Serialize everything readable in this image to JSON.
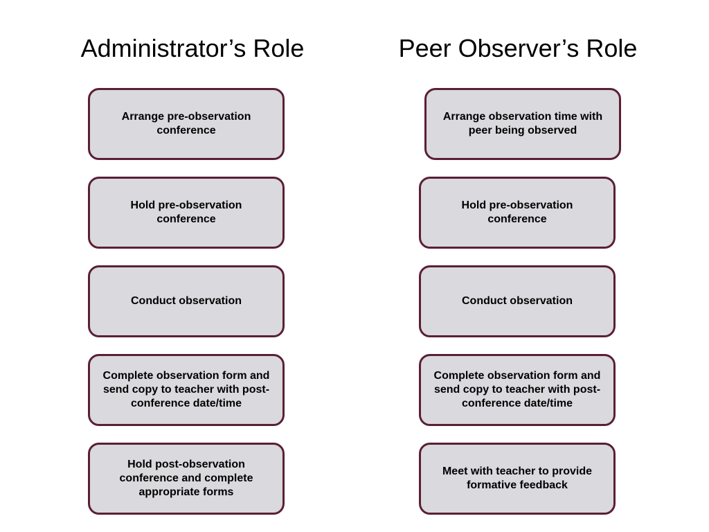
{
  "columns": [
    {
      "title": "Administrator’s Role",
      "steps": [
        "Arrange pre-observation conference",
        "Hold pre-observation conference",
        "Conduct observation",
        "Complete observation form and send copy to teacher with post-conference date/time",
        "Hold post-observation conference and complete appropriate forms"
      ]
    },
    {
      "title": "Peer Observer’s Role",
      "steps": [
        "Arrange observation time with peer being observed",
        "Hold pre-observation conference",
        "Conduct observation",
        "Complete observation form and send copy to teacher with post-conference date/time",
        "Meet with teacher to provide formative feedback"
      ]
    }
  ],
  "colors": {
    "box_fill": "#d9d9de",
    "box_border": "#5a1f35",
    "text": "#000000"
  }
}
